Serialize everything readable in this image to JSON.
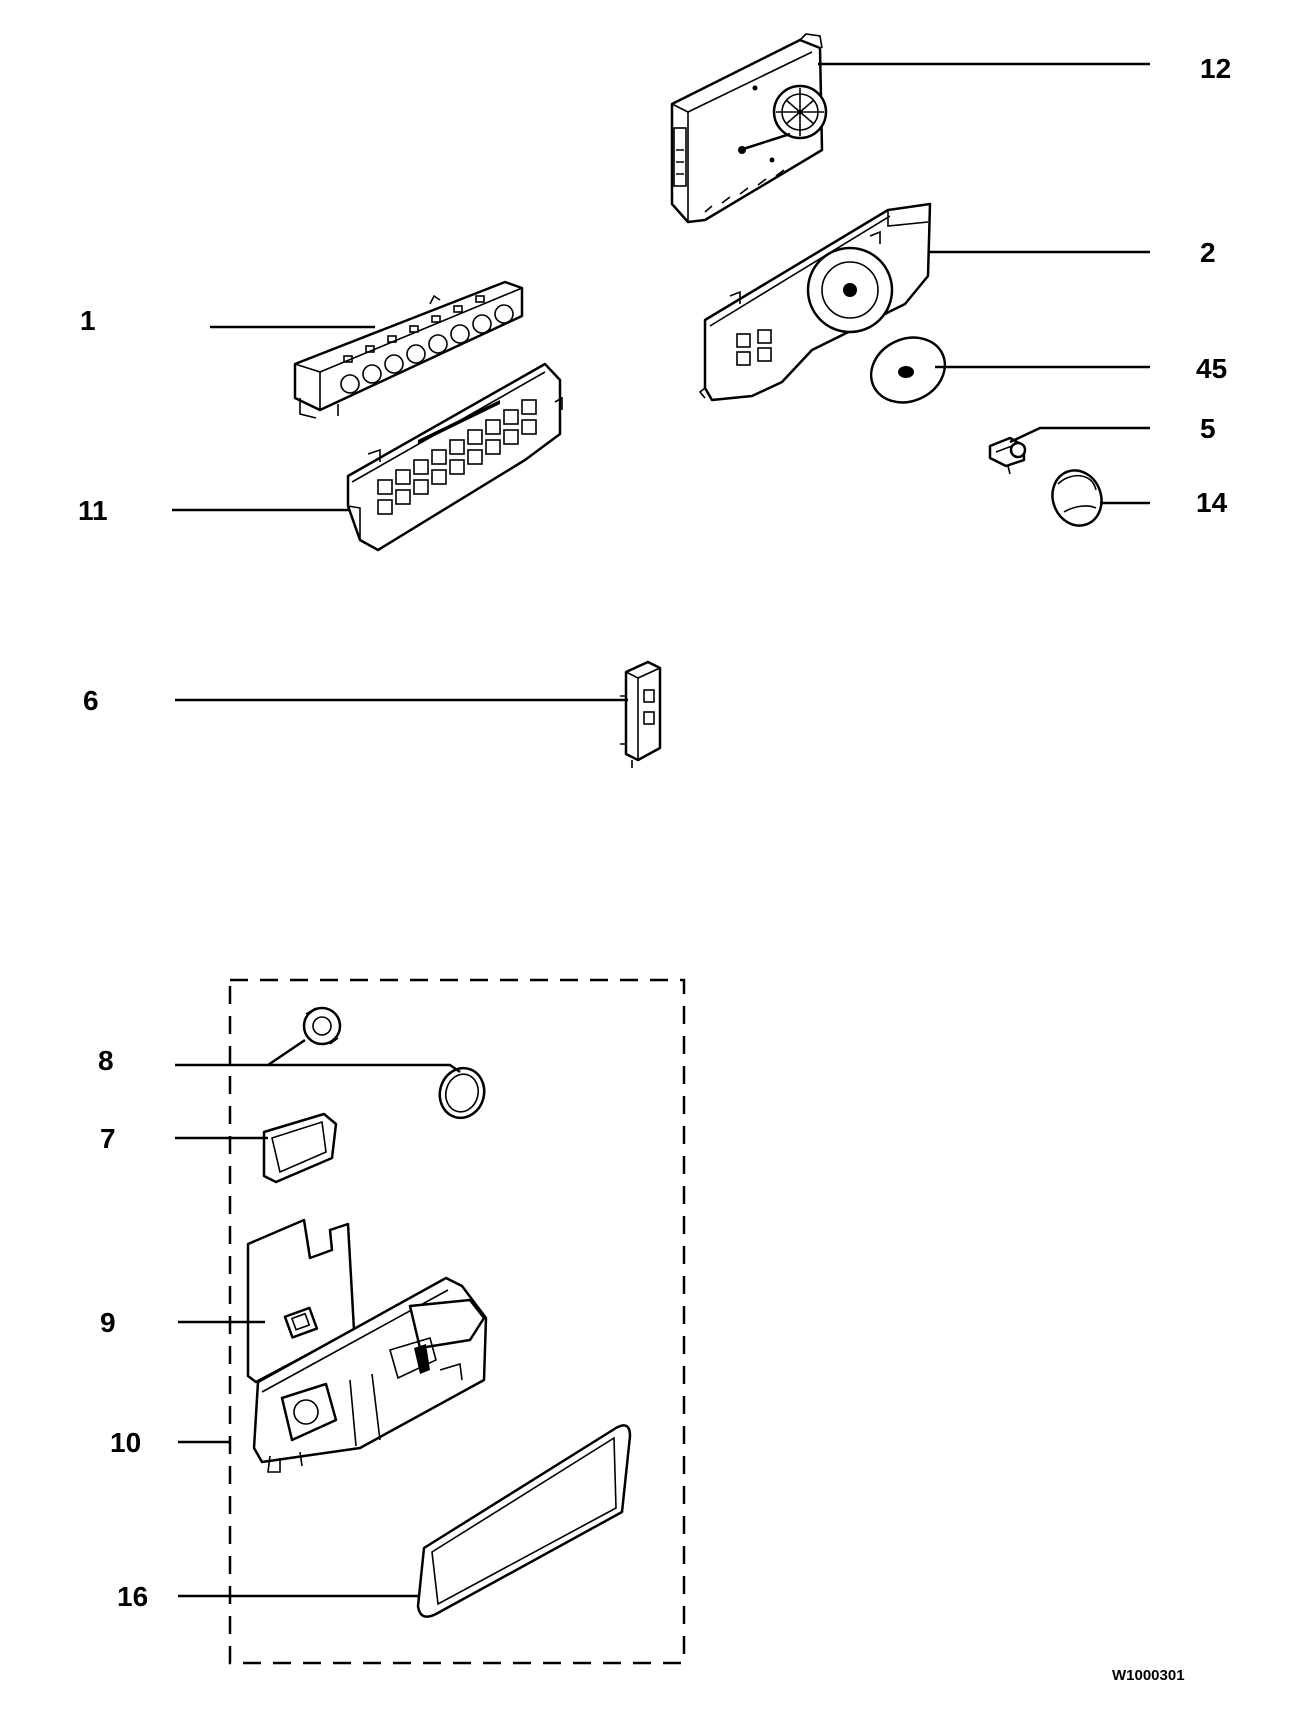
{
  "callouts": {
    "c1": "1",
    "c2": "2",
    "c5": "5",
    "c6": "6",
    "c7": "7",
    "c8": "8",
    "c9": "9",
    "c10": "10",
    "c11": "11",
    "c12": "12",
    "c14": "14",
    "c16": "16",
    "c45": "45"
  },
  "drawing_code": "W1000301"
}
